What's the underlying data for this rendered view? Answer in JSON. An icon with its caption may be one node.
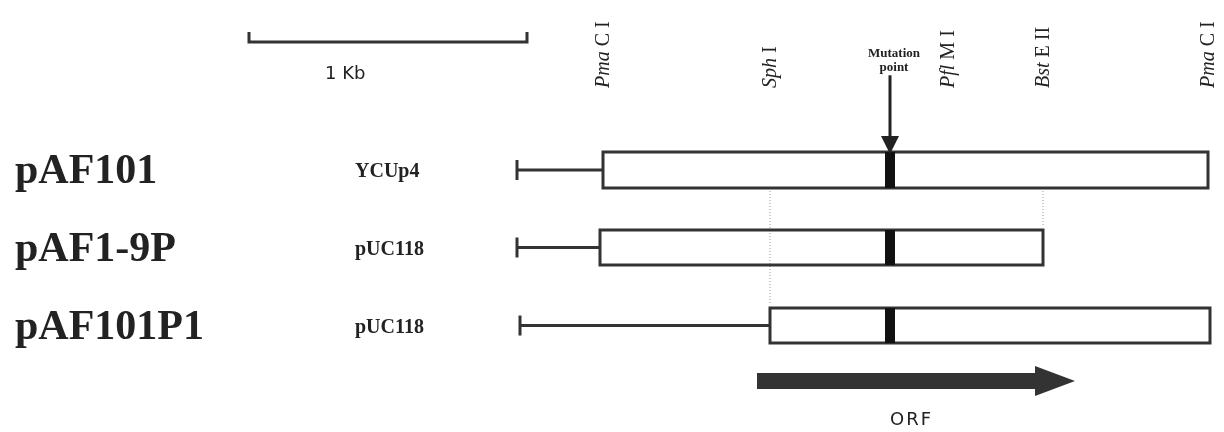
{
  "diagram": {
    "nodes": [
      {
        "text": [
          "Mutation point"
        ]
      },
      {
        "text": [],
        "shape": "bar"
      },
      {
        "text": [],
        "shape": "bar"
      },
      {
        "text": [],
        "shape": "bar"
      }
    ],
    "edges": [
      {
        "from": 0,
        "to": 1,
        "arrow": "to"
      }
    ],
    "labels": [
      "1 Kb",
      "*Pma* C I",
      "*Sph* I",
      "*Pfl* M I",
      "*Bst* E II",
      "*Pma* C I",
      "pAF101",
      "YCUp4",
      "pAF1-9P",
      "pUC118",
      "pAF101P1",
      "pUC118",
      "ORF"
    ]
  }
}
